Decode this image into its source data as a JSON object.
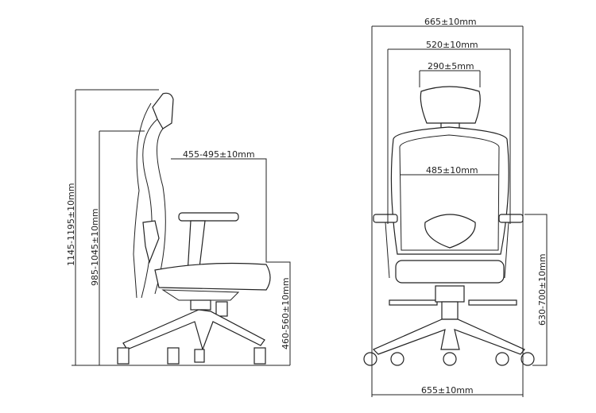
{
  "side_view": {
    "overall_height": "1145-1195±10mm",
    "back_height": "985-1045±10mm",
    "seat_depth": "455-495±10mm",
    "seat_height": "460-560±10mm"
  },
  "front_view": {
    "overall_width": "665±10mm",
    "back_width": "520±10mm",
    "headrest_width": "290±5mm",
    "inner_back_width": "485±10mm",
    "base_width": "655±10mm",
    "armrest_height": "630-700±10mm"
  },
  "colors": {
    "line": "#222222",
    "background": "#ffffff"
  }
}
